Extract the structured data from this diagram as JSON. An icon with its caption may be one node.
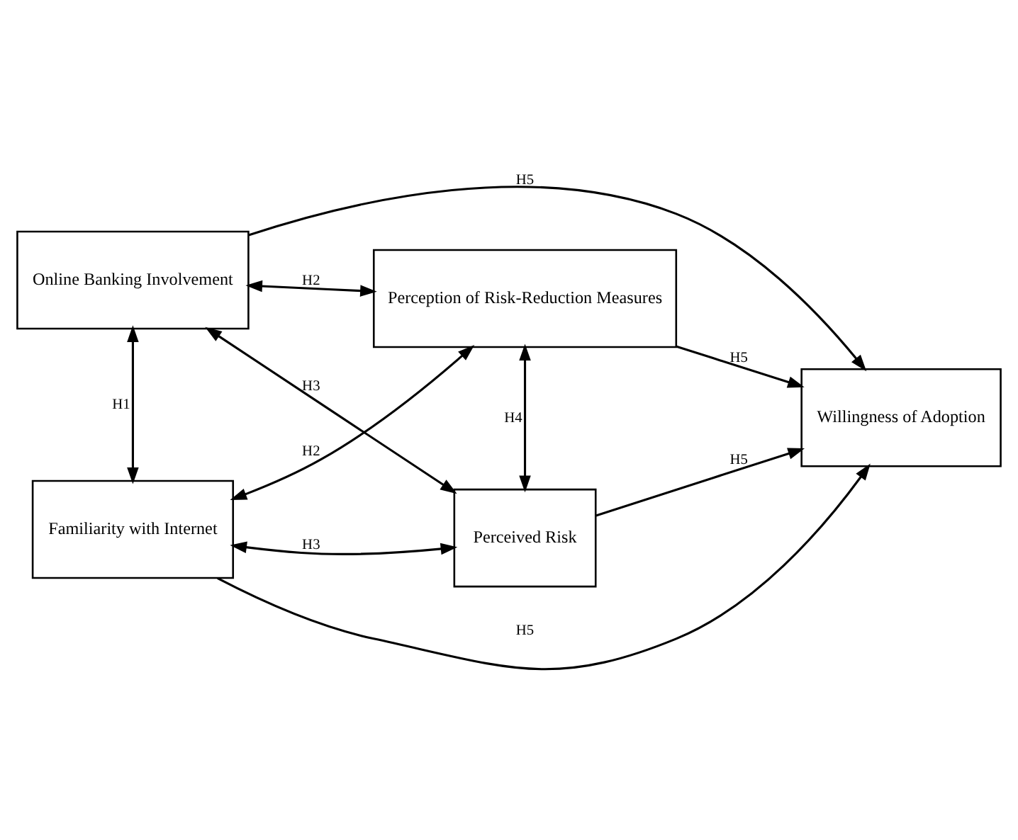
{
  "diagram": {
    "nodes": [
      {
        "text": [
          "Perception of Risk-Reduction Measures"
        ]
      },
      {
        "text": [
          "Online Banking Involvement"
        ]
      },
      {
        "text": [
          "Willingness of Adoption"
        ]
      },
      {
        "text": [
          "Familiarity with Internet"
        ]
      },
      {
        "text": [
          "Perceived Risk"
        ]
      }
    ],
    "edges": [
      {
        "from": 1,
        "to": 0,
        "arrow": "both",
        "label": "H2"
      },
      {
        "from": 0,
        "to": 2,
        "arrow": "to",
        "label": "H5"
      },
      {
        "from": 1,
        "to": 2,
        "arrow": "to",
        "label": "H5"
      },
      {
        "from": 3,
        "to": 2,
        "arrow": "to",
        "label": "H5"
      },
      {
        "from": 4,
        "to": 2,
        "arrow": "to",
        "label": "H5"
      },
      {
        "from": 1,
        "to": 3,
        "arrow": "both",
        "label": "H1"
      },
      {
        "from": 3,
        "to": 0,
        "arrow": "both",
        "label": "H2"
      },
      {
        "from": 1,
        "to": 4,
        "arrow": "both",
        "label": "H3"
      },
      {
        "from": 0,
        "to": 4,
        "arrow": "both",
        "label": "H4"
      },
      {
        "from": 3,
        "to": 4,
        "arrow": "both",
        "label": "H3"
      }
    ]
  }
}
